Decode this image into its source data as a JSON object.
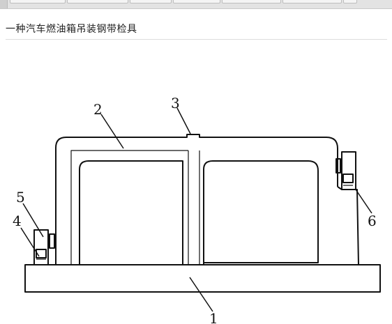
{
  "document": {
    "title": "一种汽车燃油箱吊装钢带检具"
  },
  "figure": {
    "labels": {
      "part_1": "1",
      "part_2": "2",
      "part_3": "3",
      "part_4": "4",
      "part_5": "5",
      "part_6": "6"
    }
  }
}
